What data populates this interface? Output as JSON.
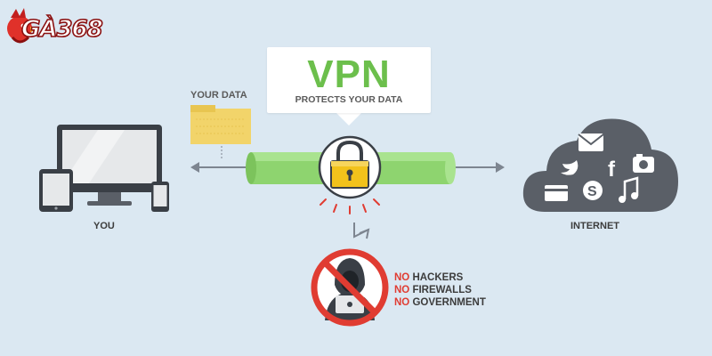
{
  "logo": {
    "text": "GÀ368"
  },
  "vpn": {
    "title": "VPN",
    "subtitle": "PROTECTS YOUR DATA"
  },
  "your_data_label": "YOUR DATA",
  "you_label": "YOU",
  "internet_label": "INTERNET",
  "blocked": [
    {
      "prefix": "NO",
      "rest": " HACKERS"
    },
    {
      "prefix": "NO",
      "rest": " FIREWALLS"
    },
    {
      "prefix": "NO",
      "rest": " GOVERNMENT"
    }
  ],
  "colors": {
    "background": "#dbe8f2",
    "vpn_green": "#6cbf4c",
    "tunnel_green": "#8ed46f",
    "lock_yellow": "#f2c21b",
    "device_dark": "#3a3f46",
    "cloud_gray": "#5a5f67",
    "warning_red": "#e03c32"
  },
  "icons": {
    "devices": "computer-devices-icon",
    "data": "folder-icon",
    "lock": "padlock-icon",
    "cloud": "cloud-services-icon",
    "hacker": "hacker-prohibited-icon"
  }
}
